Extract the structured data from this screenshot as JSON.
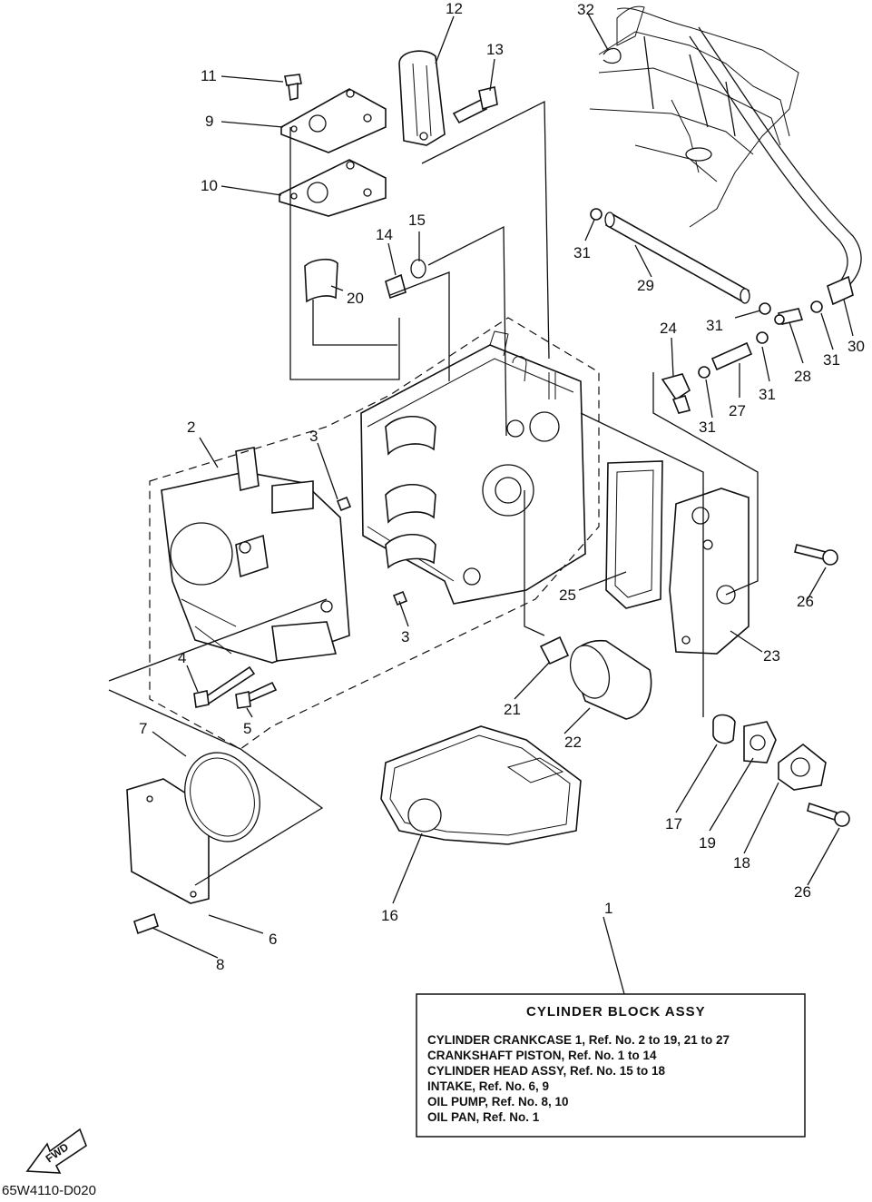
{
  "diagram": {
    "code": "65W4110-D020",
    "fwd_label": "FWD",
    "callouts": [
      "1",
      "2",
      "3",
      "3",
      "4",
      "5",
      "6",
      "7",
      "8",
      "9",
      "10",
      "11",
      "12",
      "13",
      "14",
      "15",
      "16",
      "17",
      "18",
      "19",
      "20",
      "21",
      "22",
      "23",
      "24",
      "25",
      "26",
      "26",
      "27",
      "28",
      "29",
      "30",
      "31",
      "31",
      "31",
      "31",
      "31",
      "32"
    ],
    "legend": {
      "title": "CYLINDER BLOCK ASSY",
      "lines": [
        "CYLINDER CRANKCASE 1, Ref. No. 2 to 19, 21 to 27",
        "CRANKSHAFT PISTON,  Ref. No. 1 to 14",
        "CYLINDER HEAD ASSY, Ref. No. 15 to 18",
        "INTAKE,      Ref. No. 6, 9",
        "OIL PUMP, Ref. No. 8, 10",
        "OIL PAN,    Ref. No. 1"
      ]
    }
  }
}
